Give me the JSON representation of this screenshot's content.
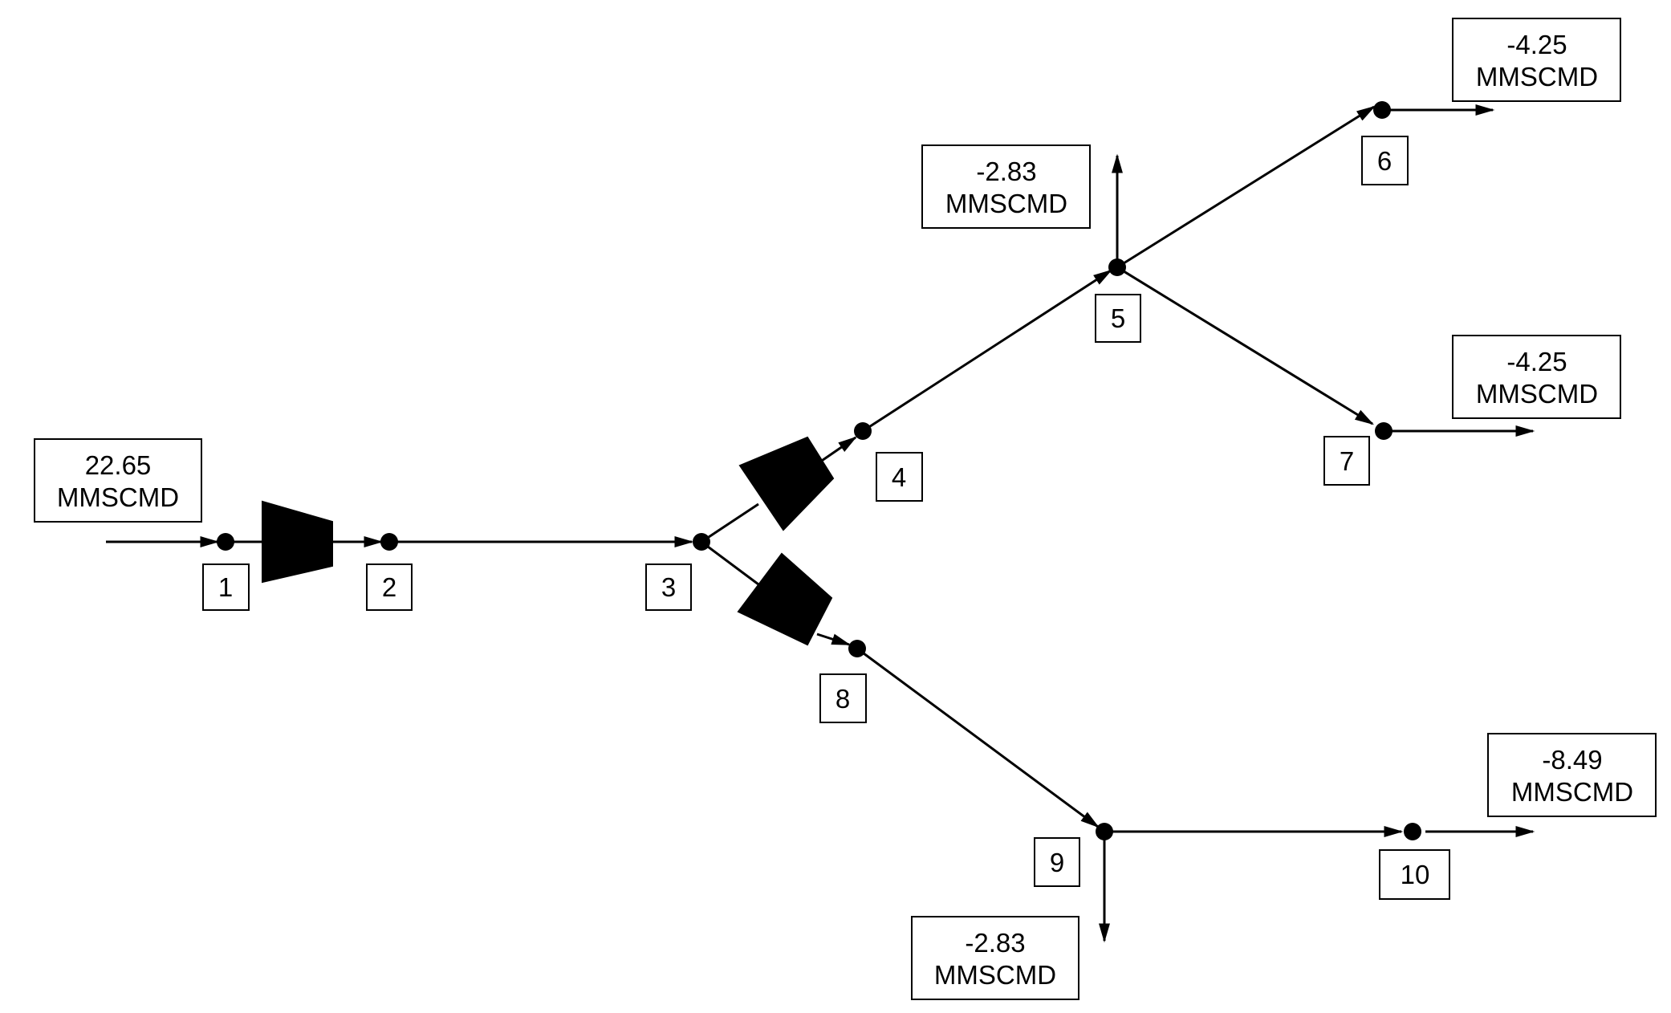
{
  "nodes": [
    {
      "id": "1",
      "label": "1"
    },
    {
      "id": "2",
      "label": "2"
    },
    {
      "id": "3",
      "label": "3"
    },
    {
      "id": "4",
      "label": "4"
    },
    {
      "id": "5",
      "label": "5"
    },
    {
      "id": "6",
      "label": "6"
    },
    {
      "id": "7",
      "label": "7"
    },
    {
      "id": "8",
      "label": "8"
    },
    {
      "id": "9",
      "label": "9"
    },
    {
      "id": "10",
      "label": "10"
    }
  ],
  "flows": {
    "supply_1": {
      "value": "22.65",
      "unit": "MMSCMD"
    },
    "demand_5": {
      "value": "-2.83",
      "unit": "MMSCMD"
    },
    "demand_6": {
      "value": "-4.25",
      "unit": "MMSCMD"
    },
    "demand_7": {
      "value": "-4.25",
      "unit": "MMSCMD"
    },
    "demand_9": {
      "value": "-2.83",
      "unit": "MMSCMD"
    },
    "demand_10": {
      "value": "-8.49",
      "unit": "MMSCMD"
    }
  },
  "edges": [
    {
      "from": "1",
      "to": "2",
      "type": "compressor"
    },
    {
      "from": "2",
      "to": "3",
      "type": "pipe"
    },
    {
      "from": "3",
      "to": "4",
      "type": "compressor"
    },
    {
      "from": "3",
      "to": "8",
      "type": "compressor"
    },
    {
      "from": "4",
      "to": "5",
      "type": "pipe"
    },
    {
      "from": "5",
      "to": "6",
      "type": "pipe"
    },
    {
      "from": "5",
      "to": "7",
      "type": "pipe"
    },
    {
      "from": "8",
      "to": "9",
      "type": "pipe"
    },
    {
      "from": "9",
      "to": "10",
      "type": "pipe"
    }
  ],
  "colors": {
    "ink": "#000000",
    "background": "#ffffff"
  }
}
